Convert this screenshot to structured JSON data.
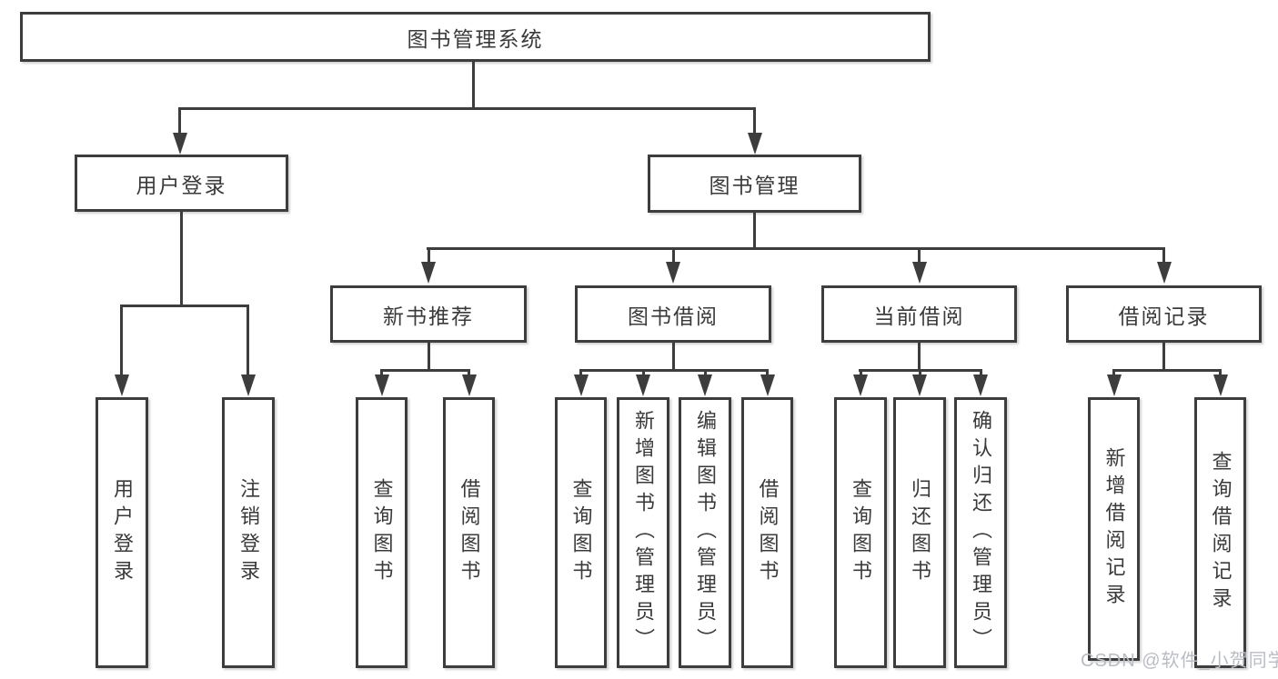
{
  "colors": {
    "line": "#3d3d3d",
    "box_border": "#3d3d3d",
    "text": "#3a3a3a",
    "watermark": "#b9bdc3",
    "background": "#ffffff"
  },
  "diagram": {
    "root": {
      "label": "图书管理系统"
    },
    "level1": {
      "user_login": {
        "label": "用户登录"
      },
      "book_mgmt": {
        "label": "图书管理"
      }
    },
    "level2": {
      "new_book": {
        "label": "新书推荐"
      },
      "book_borrow": {
        "label": "图书借阅"
      },
      "current_borrow": {
        "label": "当前借阅"
      },
      "borrow_record": {
        "label": "借阅记录"
      }
    },
    "leaves": {
      "user_login": [
        "用户登录",
        "注销登录"
      ],
      "new_book": [
        "查询图书",
        "借阅图书"
      ],
      "book_borrow": [
        "查询图书",
        "新增图书（管理员）",
        "编辑图书（管理员）",
        "借阅图书"
      ],
      "current_borrow": [
        "查询图书",
        "归还图书",
        "确认归还（管理员）"
      ],
      "borrow_record": [
        "新增借阅记录",
        "查询借阅记录"
      ]
    }
  },
  "watermark": {
    "text": "CSDN @软件_小贺同学"
  }
}
